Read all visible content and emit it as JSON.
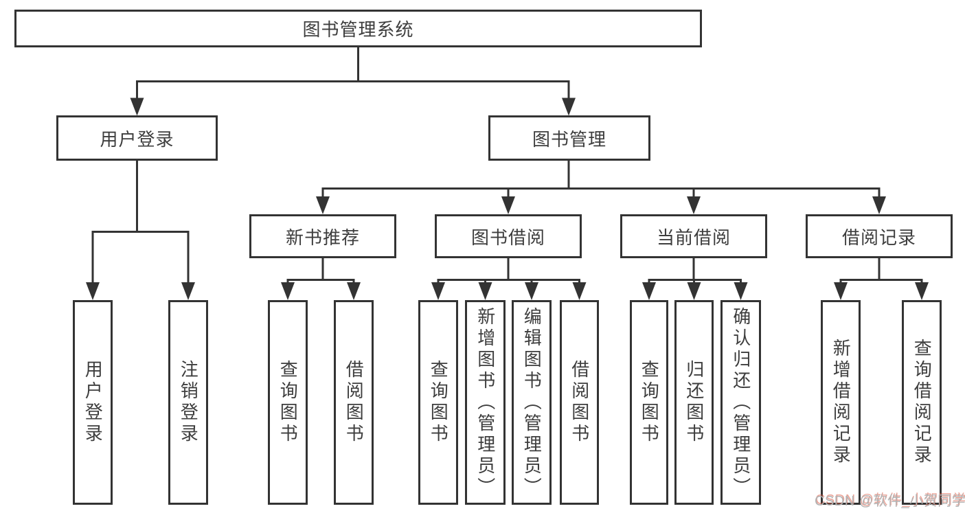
{
  "colors": {
    "line": "#333333",
    "text": "#3d3d3d",
    "box-bg": "#ffffff",
    "wm": "#b3b3b3",
    "wm-shadow": "rgba(219,87,66,0.55)"
  },
  "tree": {
    "label": "图书管理系统",
    "children": [
      {
        "label": "用户登录",
        "children": [
          {
            "label": "用户登录"
          },
          {
            "label": "注销登录"
          }
        ]
      },
      {
        "label": "图书管理",
        "children": [
          {
            "label": "新书推荐",
            "children": [
              {
                "label": "查询图书"
              },
              {
                "label": "借阅图书"
              }
            ]
          },
          {
            "label": "图书借阅",
            "children": [
              {
                "label": "查询图书"
              },
              {
                "label": "新增图书（管理员）"
              },
              {
                "label": "编辑图书（管理员）"
              },
              {
                "label": "借阅图书"
              }
            ]
          },
          {
            "label": "当前借阅",
            "children": [
              {
                "label": "查询图书"
              },
              {
                "label": "归还图书"
              },
              {
                "label": "确认归还（管理员）"
              }
            ]
          },
          {
            "label": "借阅记录",
            "children": [
              {
                "label": "新增借阅记录"
              },
              {
                "label": "查询借阅记录"
              }
            ]
          }
        ]
      }
    ]
  },
  "watermark": "CSDN @软件_小贺同学"
}
